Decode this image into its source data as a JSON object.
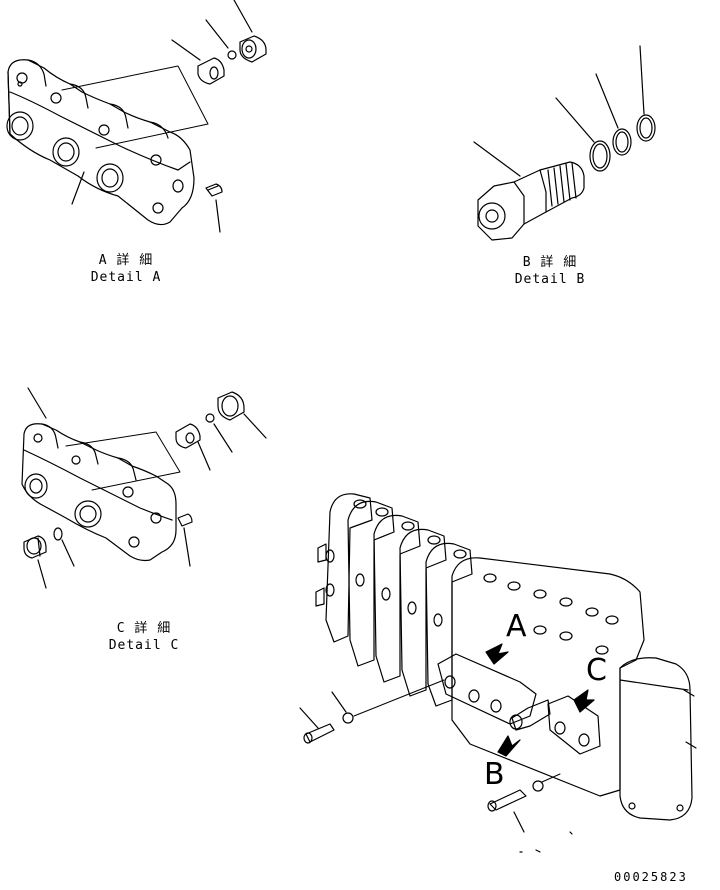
{
  "details": {
    "a": {
      "title": "A 詳 細",
      "subtitle": "Detail A"
    },
    "b": {
      "title": "B 詳 細",
      "subtitle": "Detail B"
    },
    "c": {
      "title": "C 詳 細",
      "subtitle": "Detail C"
    }
  },
  "view_markers": {
    "a": "A",
    "b": "B",
    "c": "C"
  },
  "drawing_number": "00025823"
}
